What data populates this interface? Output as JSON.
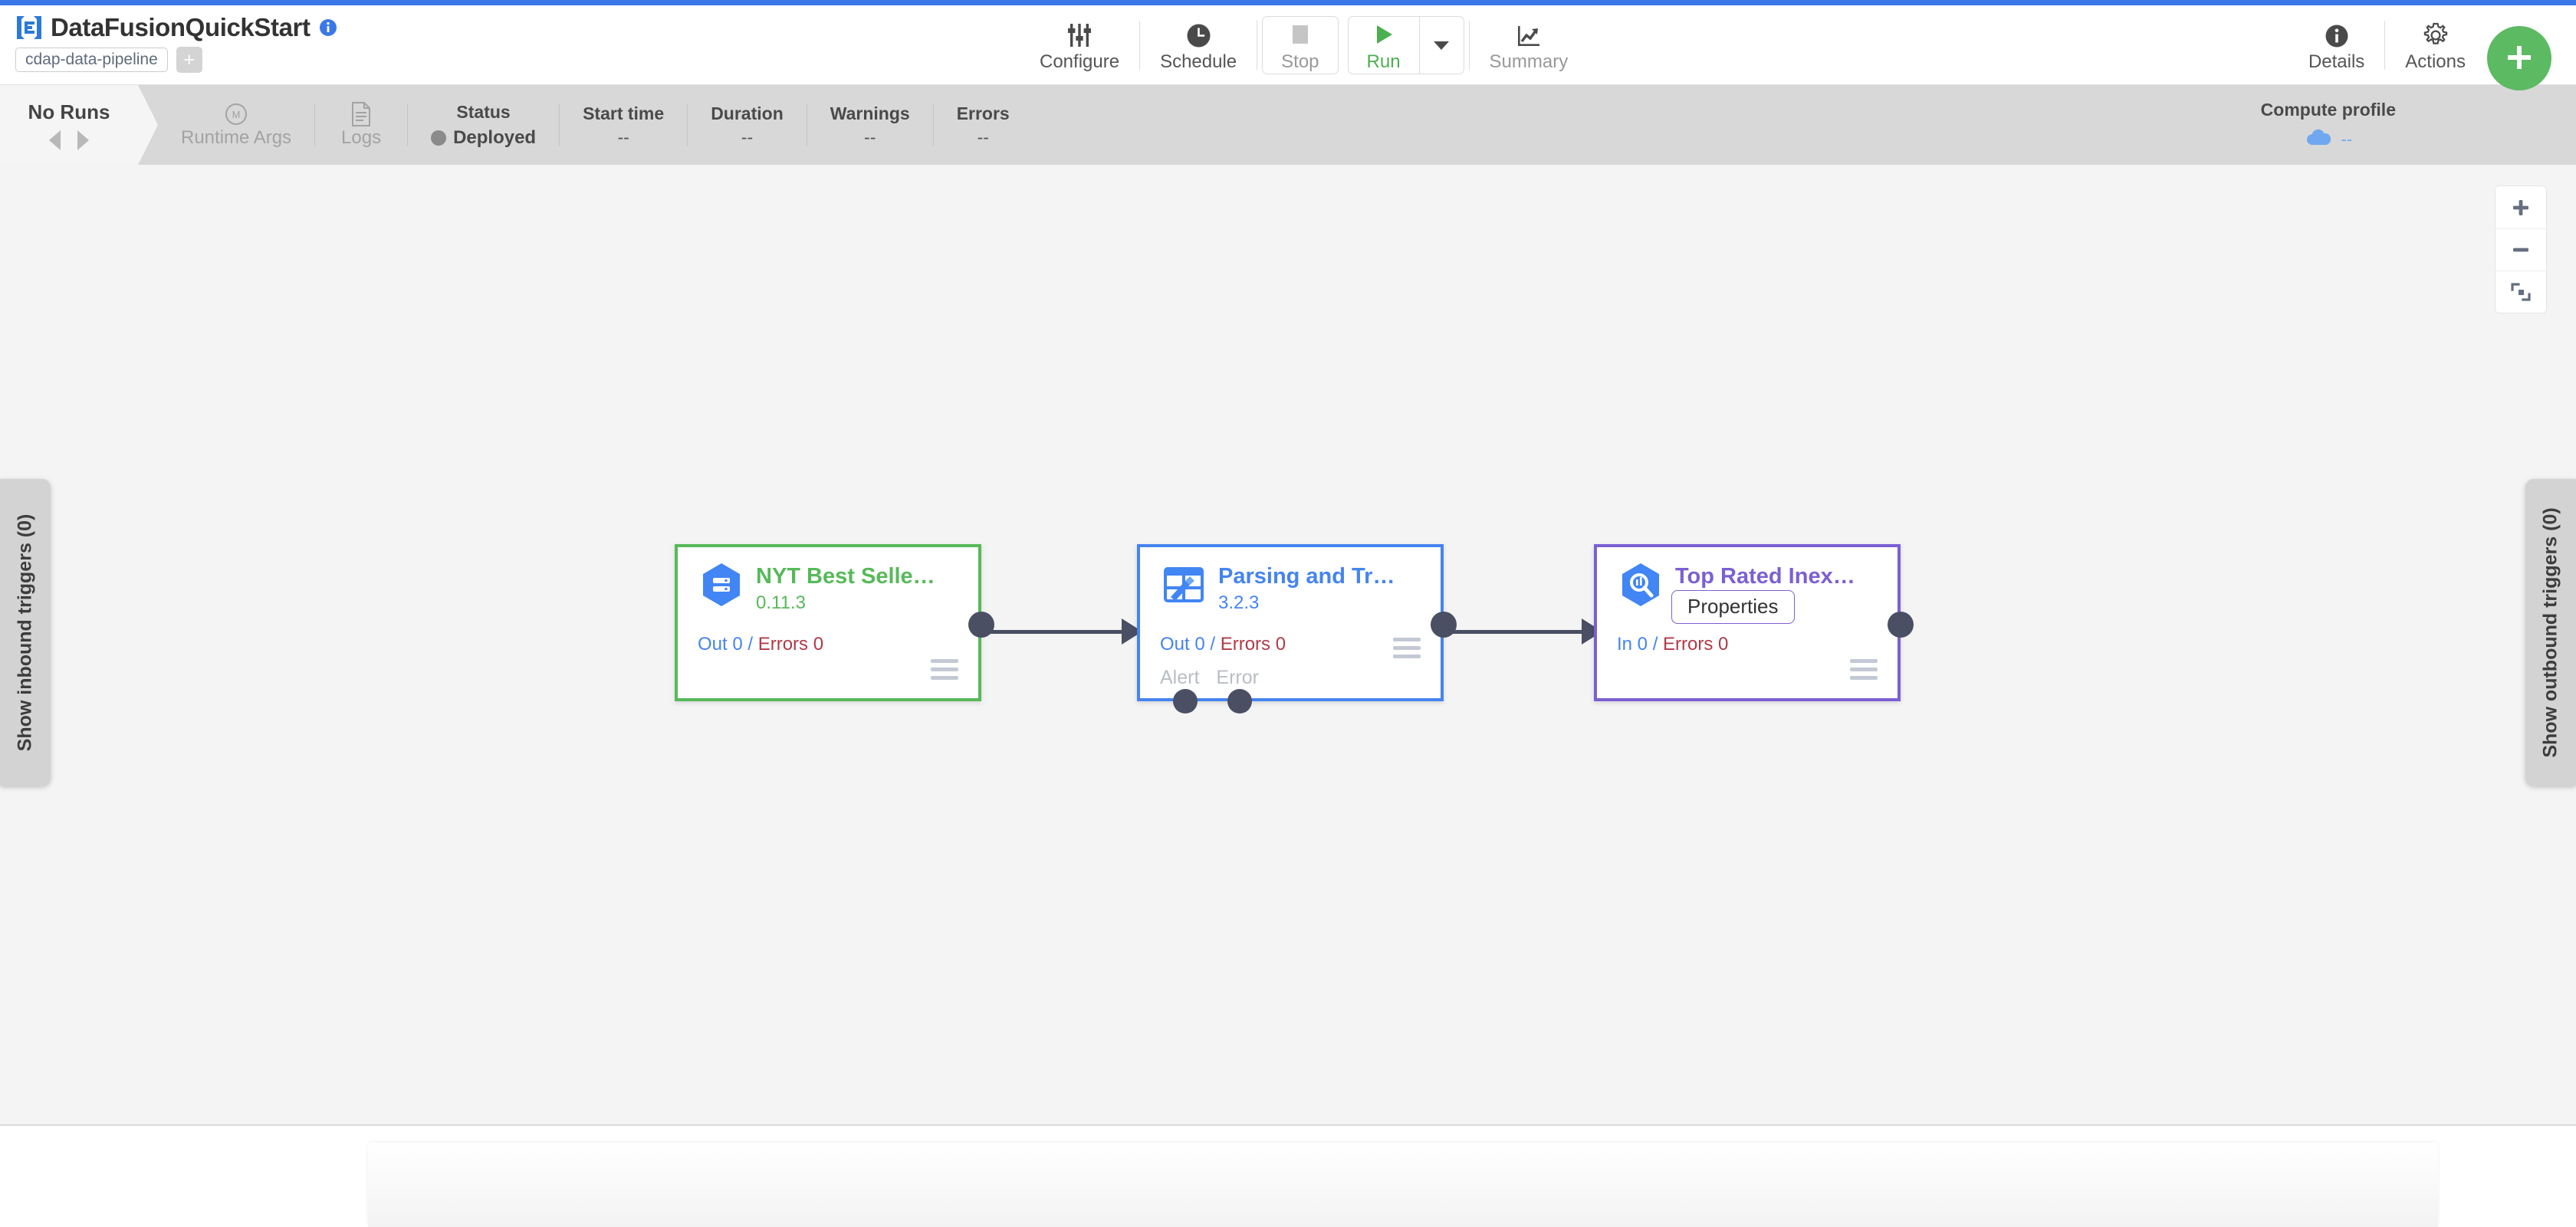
{
  "header": {
    "logo_icon": "cdap-logo-icon",
    "pipeline_name": "DataFusionQuickStart",
    "info_icon": "info-icon",
    "artifact_badge": "cdap-data-pipeline",
    "add_tag_label": "+",
    "tools": [
      {
        "label": "Configure",
        "icon": "sliders-icon",
        "disabled": false
      },
      {
        "label": "Schedule",
        "icon": "clock-icon",
        "disabled": false
      },
      {
        "label": "Stop",
        "icon": "stop-square-icon",
        "disabled": true
      },
      {
        "label": "Run",
        "icon": "play-triangle-icon",
        "disabled": false
      },
      {
        "label": "Summary",
        "icon": "line-chart-icon",
        "disabled": true
      }
    ],
    "run_caret_icon": "caret-down-icon",
    "right_tools": [
      {
        "label": "Details",
        "icon": "info-circle-icon"
      },
      {
        "label": "Actions",
        "icon": "gear-icon"
      }
    ],
    "fab": {
      "label": "+",
      "icon": "plus-icon",
      "color": "#5cba62"
    }
  },
  "status_bar": {
    "runs_label": "No Runs",
    "prev_icon": "triangle-left-icon",
    "next_icon": "triangle-right-icon",
    "metrics": [
      {
        "head": "Runtime Args",
        "icon": "macro-m-icon",
        "value": "",
        "dim": true
      },
      {
        "head": "Logs",
        "icon": "document-icon",
        "value": "",
        "dim": true
      }
    ],
    "status": {
      "head": "Status",
      "value": "Deployed",
      "dot_color": "#8a8a8a"
    },
    "run_metrics": [
      {
        "head": "Start time",
        "value": "--"
      },
      {
        "head": "Duration",
        "value": "--"
      },
      {
        "head": "Warnings",
        "value": "--"
      },
      {
        "head": "Errors",
        "value": "--"
      }
    ],
    "compute_profile": {
      "head": "Compute profile",
      "icon": "cloud-icon",
      "value": "--"
    }
  },
  "canvas": {
    "zoom_controls": [
      {
        "name": "zoom-in",
        "icon": "plus-icon"
      },
      {
        "name": "zoom-out",
        "icon": "minus-icon"
      },
      {
        "name": "fit-to-screen",
        "icon": "fit-screen-icon"
      }
    ],
    "inbound_triggers": "Show inbound triggers (0)",
    "outbound_triggers": "Show outbound triggers (0)"
  },
  "pipeline": {
    "nodes": [
      {
        "title": "NYT Best Selle…",
        "version": "0.11.3",
        "icon": "bigquery-source-icon",
        "color": "#57b95a",
        "metrics_prefix": "Out 0",
        "metrics_errors": "Errors 0",
        "ports": []
      },
      {
        "title": "Parsing and Tr…",
        "version": "3.2.3",
        "icon": "wrangler-transform-icon",
        "color": "#4584f0",
        "metrics_prefix": "Out 0",
        "metrics_errors": "Errors 0",
        "ports": [
          "Alert",
          "Error"
        ]
      },
      {
        "title": "Top Rated Inex…",
        "version": "",
        "icon": "bigquery-sink-icon",
        "color": "#7c5fd3",
        "metrics_prefix": "In 0",
        "metrics_errors": "Errors 0",
        "ports": [],
        "tooltip": "Properties"
      }
    ]
  }
}
